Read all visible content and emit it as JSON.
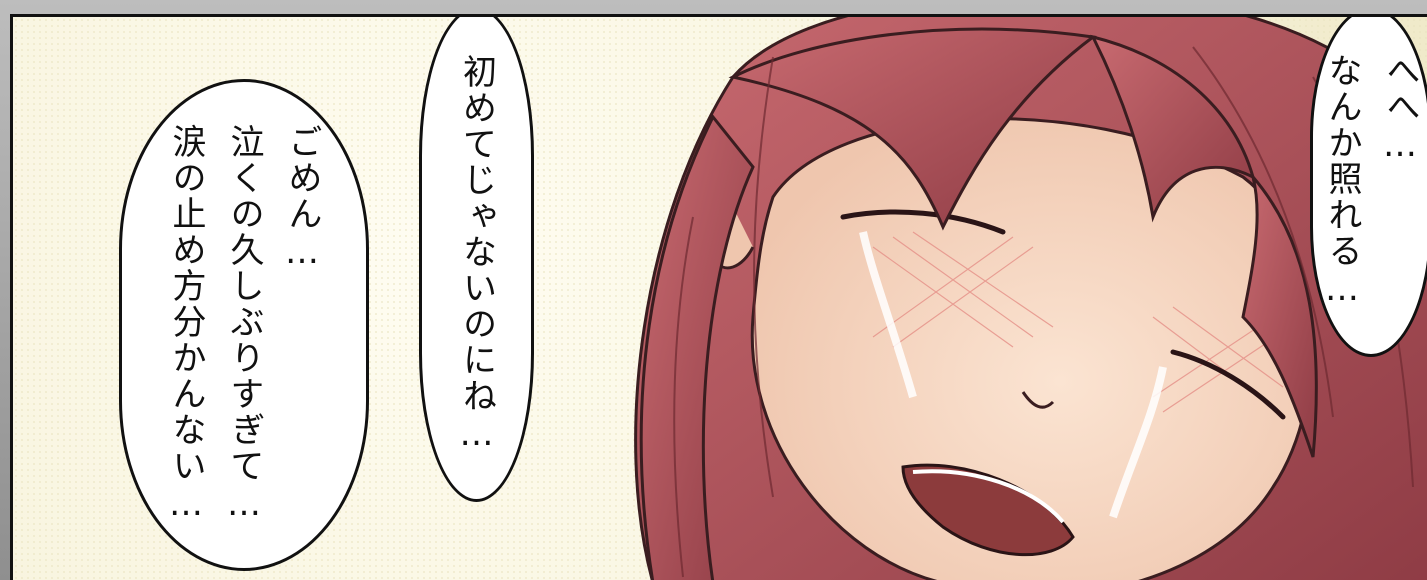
{
  "scene": {
    "description_icon": "crying-girl-illustration",
    "colors": {
      "hair": "#b0535a",
      "skin": "#f6d9c4",
      "blush": "#e58f87",
      "background": "#f7f3dc",
      "ink": "#111111"
    }
  },
  "bubbles": {
    "left": {
      "lines": [
        "ごめん…",
        "泣くの久しぶりすぎて…",
        "涙の止め方分かんない…"
      ]
    },
    "middle": {
      "lines": [
        "初めてじゃないのにね…"
      ]
    },
    "right": {
      "lines": [
        "へへ…",
        "なんか照れる…"
      ]
    }
  }
}
